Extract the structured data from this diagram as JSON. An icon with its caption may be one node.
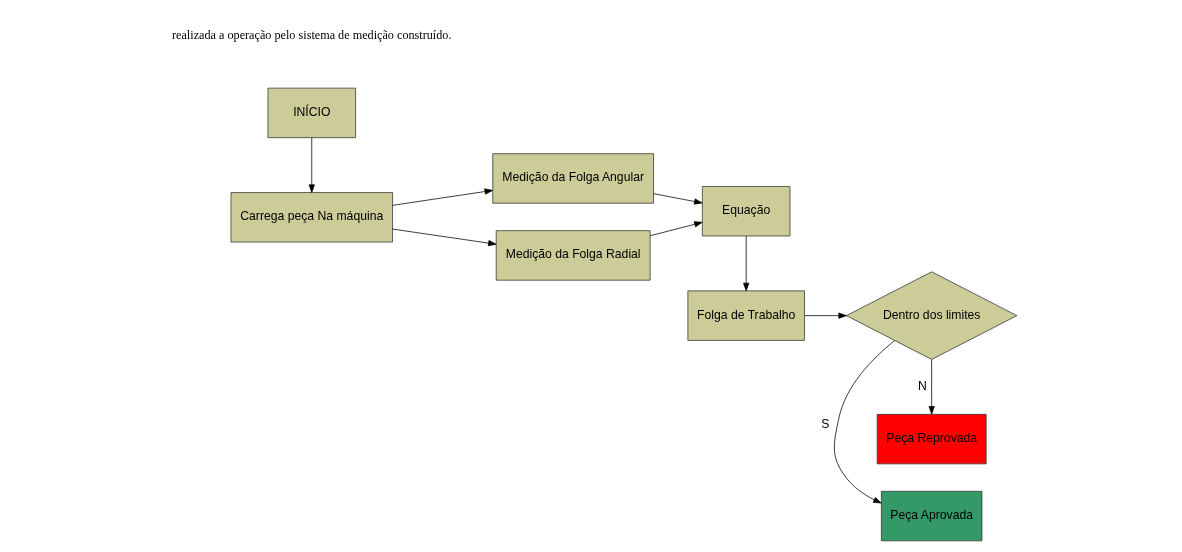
{
  "diagram": {
    "nodes": [
      {
        "text": [
          "INÍCIO"
        ]
      },
      {
        "text": [
          "Carrega peça Na máquina"
        ]
      },
      {
        "text": [
          "Medição da Folga Angular"
        ]
      },
      {
        "text": [
          "Medição da Folga Radial"
        ]
      },
      {
        "text": [
          "Equação"
        ]
      },
      {
        "text": [
          "Folga de Trabalho"
        ]
      },
      {
        "text": [
          "Dentro dos limites"
        ]
      },
      {
        "text": [
          "Peça Aprovada"
        ]
      },
      {
        "text": [
          "Peça Reprovada"
        ]
      }
    ],
    "edges": [
      {
        "from": 0,
        "to": 1,
        "arrow": "to"
      },
      {
        "from": 1,
        "to": 2,
        "arrow": "to"
      },
      {
        "from": 1,
        "to": 3,
        "arrow": "to"
      },
      {
        "from": 2,
        "to": 4,
        "arrow": "to"
      },
      {
        "from": 3,
        "to": 4,
        "arrow": "to"
      },
      {
        "from": 4,
        "to": 5,
        "arrow": "to"
      },
      {
        "from": 5,
        "to": 6,
        "arrow": "to"
      },
      {
        "from": 6,
        "to": 7,
        "arrow": "to",
        "label": "S"
      },
      {
        "from": 6,
        "to": 8,
        "arrow": "to",
        "label": "N"
      }
    ],
    "labels": [
      "realizada a operação pelo sistema de medição construído."
    ]
  }
}
